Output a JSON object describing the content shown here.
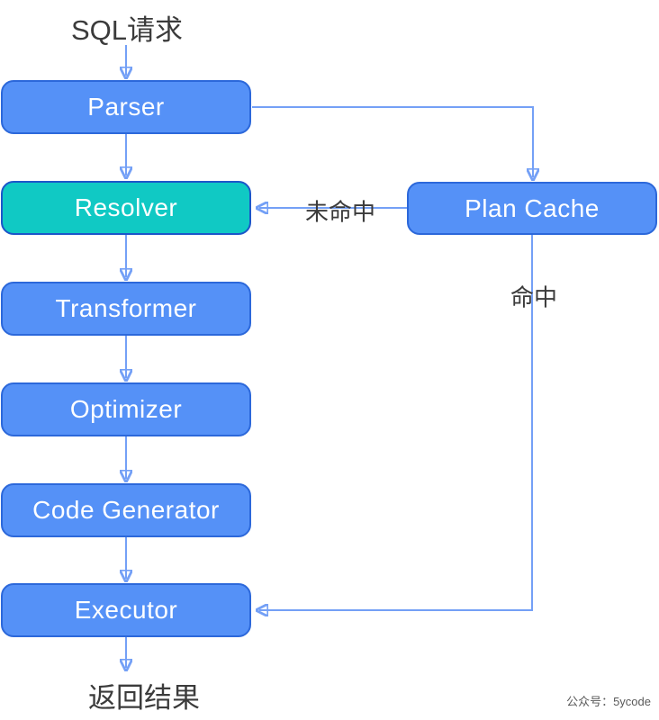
{
  "labels": {
    "input": "SQL请求",
    "output": "返回结果"
  },
  "nodes": {
    "parser": {
      "label": "Parser"
    },
    "resolver": {
      "label": "Resolver"
    },
    "transformer": {
      "label": "Transformer"
    },
    "optimizer": {
      "label": "Optimizer"
    },
    "code_generator": {
      "label": "Code Generator"
    },
    "executor": {
      "label": "Executor"
    },
    "plan_cache": {
      "label": "Plan Cache"
    }
  },
  "edges": {
    "miss_label": "未命中",
    "hit_label": "命中"
  },
  "watermark": "公众号：5ycode",
  "colors": {
    "node_fill_blue": "#5591F7",
    "node_border_blue": "#2C68DA",
    "node_fill_teal": "#10C9C4",
    "node_border_teal": "#1C56C9",
    "connector": "#74A0F6",
    "arrowhead": "#5E95F4",
    "node_text": "#FFFFFF",
    "label_text": "#3B3B3B",
    "watermark_text": "#595959"
  }
}
